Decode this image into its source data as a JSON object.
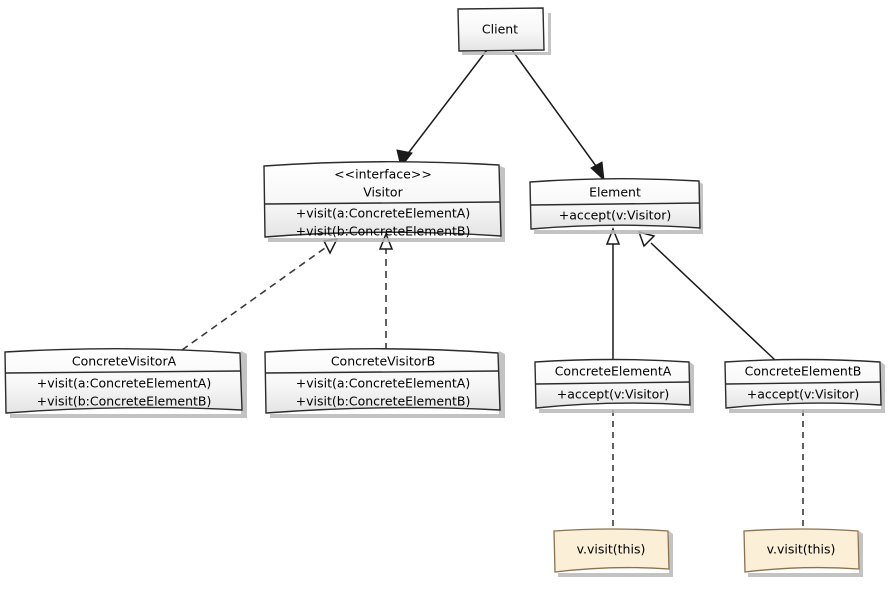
{
  "diagram": {
    "title": "Visitor Design Pattern UML Class Diagram",
    "type": "uml-class-diagram",
    "background_color": "#ffffff",
    "box_fill_top": "#ffffff",
    "box_fill_bottom": "#e6e6e6",
    "box_stroke": "#2b2b2b",
    "note_fill": "#fbefd8",
    "note_stroke": "#8a7150",
    "edge_color": "#1a1a1a"
  },
  "classes": {
    "client": {
      "name": "Client",
      "stereotype": "",
      "members": []
    },
    "visitor": {
      "name": "Visitor",
      "stereotype": "<<interface>>",
      "members": [
        "+visit(a:ConcreteElementA)",
        "+visit(b:ConcreteElementB)"
      ]
    },
    "element": {
      "name": "Element",
      "stereotype": "",
      "members": [
        "+accept(v:Visitor)"
      ]
    },
    "concrete_visitor_a": {
      "name": "ConcreteVisitorA",
      "stereotype": "",
      "members": [
        "+visit(a:ConcreteElementA)",
        "+visit(b:ConcreteElementB)"
      ]
    },
    "concrete_visitor_b": {
      "name": "ConcreteVisitorB",
      "stereotype": "",
      "members": [
        "+visit(a:ConcreteElementA)",
        "+visit(b:ConcreteElementB)"
      ]
    },
    "concrete_element_a": {
      "name": "ConcreteElementA",
      "stereotype": "",
      "members": [
        "+accept(v:Visitor)"
      ]
    },
    "concrete_element_b": {
      "name": "ConcreteElementB",
      "stereotype": "",
      "members": [
        "+accept(v:Visitor)"
      ]
    }
  },
  "notes": [
    {
      "id": "note-a",
      "text": "v.visit(this)",
      "attached_to": "ConcreteElementA"
    },
    {
      "id": "note-b",
      "text": "v.visit(this)",
      "attached_to": "ConcreteElementB"
    }
  ],
  "relationships": [
    {
      "from": "Client",
      "to": "Visitor",
      "kind": "association",
      "line": "solid",
      "head": "filled-arrow"
    },
    {
      "from": "Client",
      "to": "Element",
      "kind": "association",
      "line": "solid",
      "head": "filled-arrow"
    },
    {
      "from": "ConcreteVisitorA",
      "to": "Visitor",
      "kind": "realization",
      "line": "dashed",
      "head": "hollow-triangle"
    },
    {
      "from": "ConcreteVisitorB",
      "to": "Visitor",
      "kind": "realization",
      "line": "dashed",
      "head": "hollow-triangle"
    },
    {
      "from": "ConcreteElementA",
      "to": "Element",
      "kind": "generalization",
      "line": "solid",
      "head": "hollow-triangle"
    },
    {
      "from": "ConcreteElementB",
      "to": "Element",
      "kind": "generalization",
      "line": "solid",
      "head": "hollow-triangle"
    },
    {
      "from": "ConcreteElementA",
      "to": "note-a",
      "kind": "note-link",
      "line": "dashed",
      "head": "none"
    },
    {
      "from": "ConcreteElementB",
      "to": "note-b",
      "kind": "note-link",
      "line": "dashed",
      "head": "none"
    }
  ]
}
